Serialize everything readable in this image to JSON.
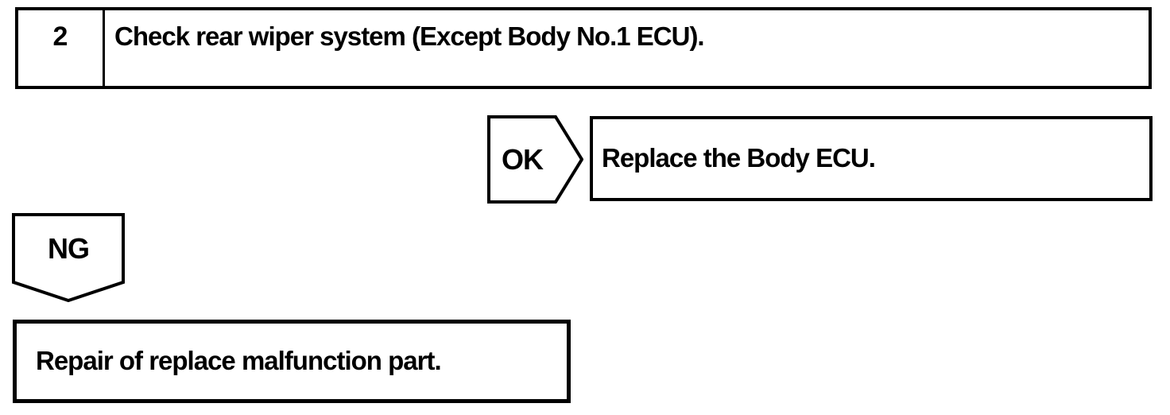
{
  "flowchart": {
    "step": {
      "number": "2",
      "instruction": "Check rear wiper system (Except Body No.1 ECU)."
    },
    "ok_branch": {
      "connector_label": "OK",
      "action": "Replace the Body ECU."
    },
    "ng_branch": {
      "connector_label": "NG",
      "action": "Repair of replace malfunction part."
    },
    "colors": {
      "line": "#000000",
      "background": "#ffffff"
    }
  }
}
